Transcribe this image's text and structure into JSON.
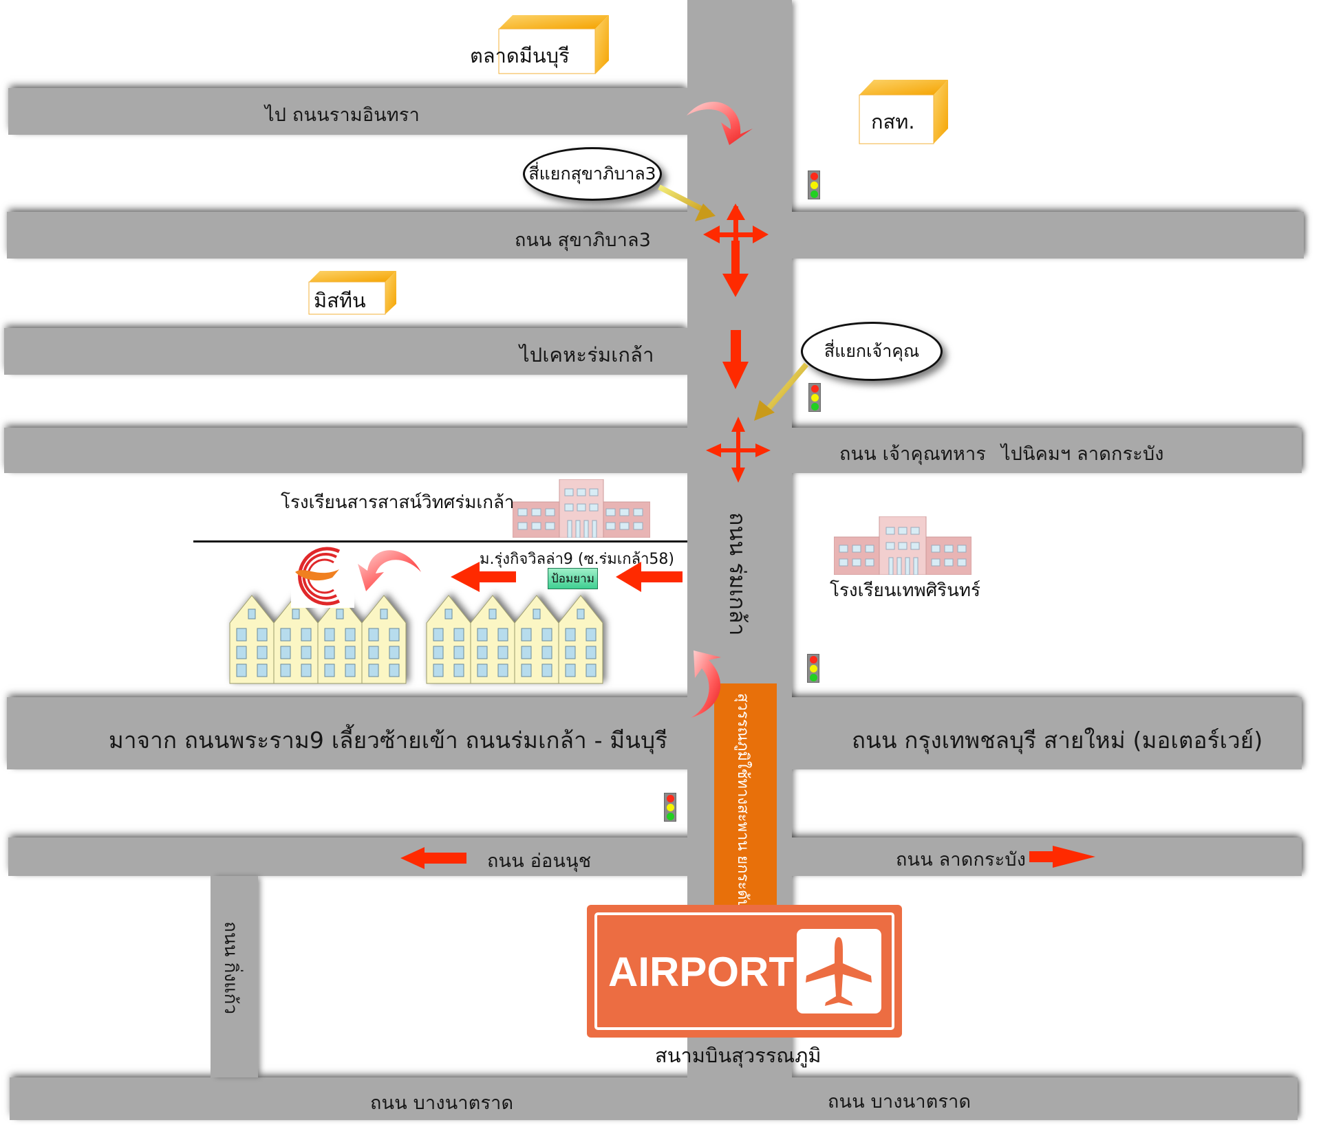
{
  "map": {
    "title": "Route map to village near Suvarnabhumi Airport",
    "roads": {
      "ramintra": "ไป ถนนรามอินทรา",
      "sukhaphiban3": "ถนน สุขาภิบาล3",
      "kheha_romklao": "ไปเคหะร่มเกล้า",
      "chaokhun_thahan": "ถนน เจ้าคุณทหาร",
      "to_nikhom_latkrabang": "ไปนิคมฯ ลาดกระบัง",
      "rama9_turn": "มาจาก ถนนพระราม9 เลี้ยวซ้ายเข้า ถนนร่มเกล้า - มีนบุรี",
      "motorway": "ถนน กรุงเทพชลบุรี สายใหม่ (มอเตอร์เวย์)",
      "on_nut": "ถนน อ่อนนุช",
      "lat_krabang": "ถนน ลาดกระบัง",
      "romklao": "ถนน ร่มเกล้า",
      "king_kaeo": "ถนน กิ่งแก้ว",
      "bangna_trat_left": "ถนน บางนาตราด",
      "bangna_trat_right": "ถนน บางนาตราด",
      "bridge": "สุวรรณภูมิใช้ทางสะพาน ยกระดับ"
    },
    "landmarks": {
      "minburi_market": "ตลาดมีนบุรี",
      "kasat": "กสท.",
      "mistine": "มิสทีน",
      "school_sarasas": "โรงเรียนสารสาสน์วิทศร่มเกล้า",
      "school_thepsirin": "โรงเรียนเทพศิรินทร์",
      "village": "ม.รุ่งกิจวิลล่า9 (ซ.ร่มเกล้า58)",
      "guard_post": "ป้อมยาม"
    },
    "intersections": {
      "sukhaphiban3": "สี่แยกสุขาภิบาล3",
      "chaokhun": "สี่แยกเจ้าคุณ"
    },
    "airport": {
      "sign_text": "AIRPORT",
      "name": "สนามบินสุวรรณภูมิ"
    },
    "colors": {
      "road": "#a9a9a9",
      "arrow": "#ff2a00",
      "bridge": "#e8700a",
      "airport": "#ec6d42",
      "cube": "#f9b233"
    }
  }
}
